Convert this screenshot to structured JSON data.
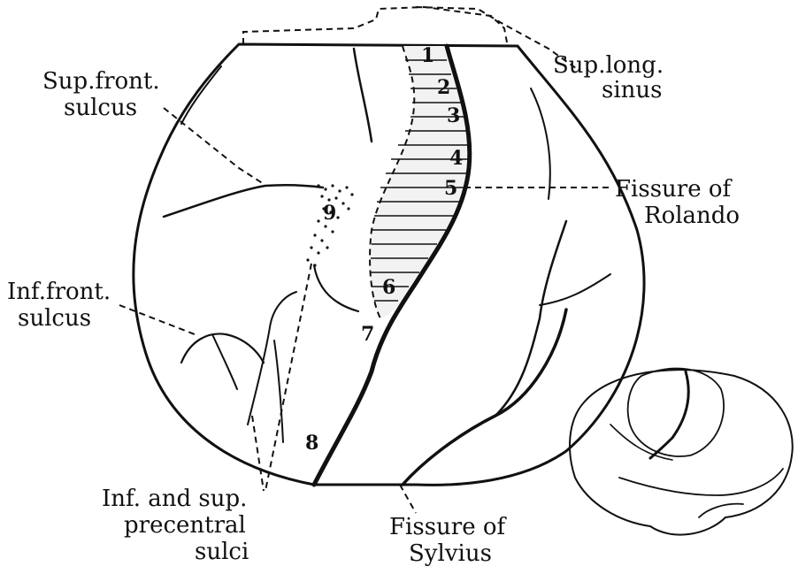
{
  "labels": {
    "sup_front_sulcus": [
      "Sup.front.",
      "sulcus"
    ],
    "sup_long_sinus": [
      "Sup.long.",
      "sinus"
    ],
    "fissure_rolando": [
      "Fissure of",
      "Rolando"
    ],
    "inf_front_sulcus": [
      "Inf.front.",
      "sulcus"
    ],
    "precentral_sulci": [
      "Inf. and sup.",
      "precentral",
      "sulci"
    ],
    "fissure_sylvius": [
      "Fissure of",
      "Sylvius"
    ]
  },
  "numbers": [
    "1",
    "2",
    "3",
    "4",
    "5",
    "6",
    "7",
    "8",
    "9"
  ],
  "colors": {
    "ink": "#111111",
    "background": "#ffffff"
  }
}
